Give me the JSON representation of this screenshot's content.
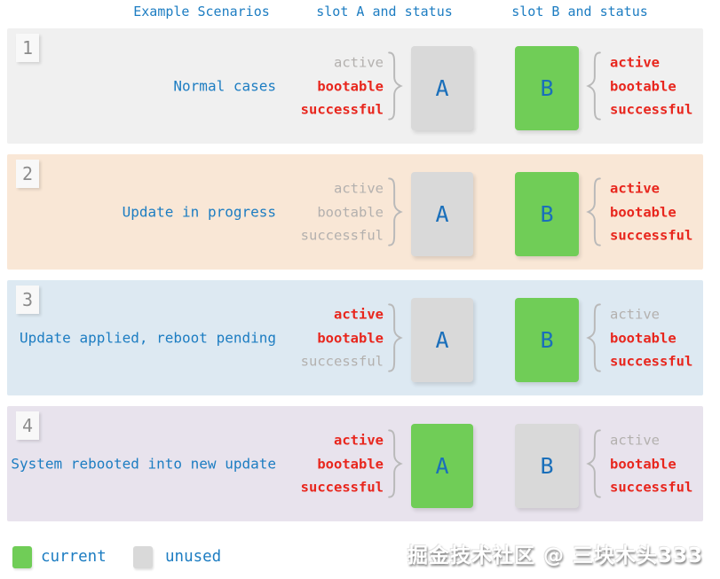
{
  "header": {
    "scenarios": "Example Scenarios",
    "slot_a": "slot A and status",
    "slot_b": "slot B and status"
  },
  "rows": [
    {
      "num": "1",
      "label": "Normal cases",
      "bg": "#f0f0f0",
      "slotA": {
        "letter": "A",
        "state": "unused",
        "status": [
          {
            "text": "active",
            "state": "off"
          },
          {
            "text": "bootable",
            "state": "on"
          },
          {
            "text": "successful",
            "state": "on"
          }
        ]
      },
      "slotB": {
        "letter": "B",
        "state": "current",
        "status": [
          {
            "text": "active",
            "state": "on"
          },
          {
            "text": "bootable",
            "state": "on"
          },
          {
            "text": "successful",
            "state": "on"
          }
        ]
      }
    },
    {
      "num": "2",
      "label": "Update in progress",
      "bg": "#f9e7d6",
      "slotA": {
        "letter": "A",
        "state": "unused",
        "status": [
          {
            "text": "active",
            "state": "off"
          },
          {
            "text": "bootable",
            "state": "off"
          },
          {
            "text": "successful",
            "state": "off"
          }
        ]
      },
      "slotB": {
        "letter": "B",
        "state": "current",
        "status": [
          {
            "text": "active",
            "state": "on"
          },
          {
            "text": "bootable",
            "state": "on"
          },
          {
            "text": "successful",
            "state": "on"
          }
        ]
      }
    },
    {
      "num": "3",
      "label": "Update applied, reboot pending",
      "bg": "#dde9f2",
      "slotA": {
        "letter": "A",
        "state": "unused",
        "status": [
          {
            "text": "active",
            "state": "on"
          },
          {
            "text": "bootable",
            "state": "on"
          },
          {
            "text": "successful",
            "state": "off"
          }
        ]
      },
      "slotB": {
        "letter": "B",
        "state": "current",
        "status": [
          {
            "text": "active",
            "state": "off"
          },
          {
            "text": "bootable",
            "state": "on"
          },
          {
            "text": "successful",
            "state": "on"
          }
        ]
      }
    },
    {
      "num": "4",
      "label": "System rebooted into new update",
      "bg": "#e8e3ed",
      "slotA": {
        "letter": "A",
        "state": "current",
        "status": [
          {
            "text": "active",
            "state": "on"
          },
          {
            "text": "bootable",
            "state": "on"
          },
          {
            "text": "successful",
            "state": "on"
          }
        ]
      },
      "slotB": {
        "letter": "B",
        "state": "unused",
        "status": [
          {
            "text": "active",
            "state": "off"
          },
          {
            "text": "bootable",
            "state": "on"
          },
          {
            "text": "successful",
            "state": "on"
          }
        ]
      }
    }
  ],
  "legend": [
    {
      "label": "current",
      "state": "current"
    },
    {
      "label": "unused",
      "state": "unused"
    }
  ],
  "watermark": "掘金技术社区 @ 三块木头333",
  "colors": {
    "current": "#70cd57",
    "unused": "#d9d9d9",
    "blue": "#1d7dc2",
    "red": "#e8261d",
    "muted": "#b3b0ae",
    "letter": "#1a6fba"
  }
}
